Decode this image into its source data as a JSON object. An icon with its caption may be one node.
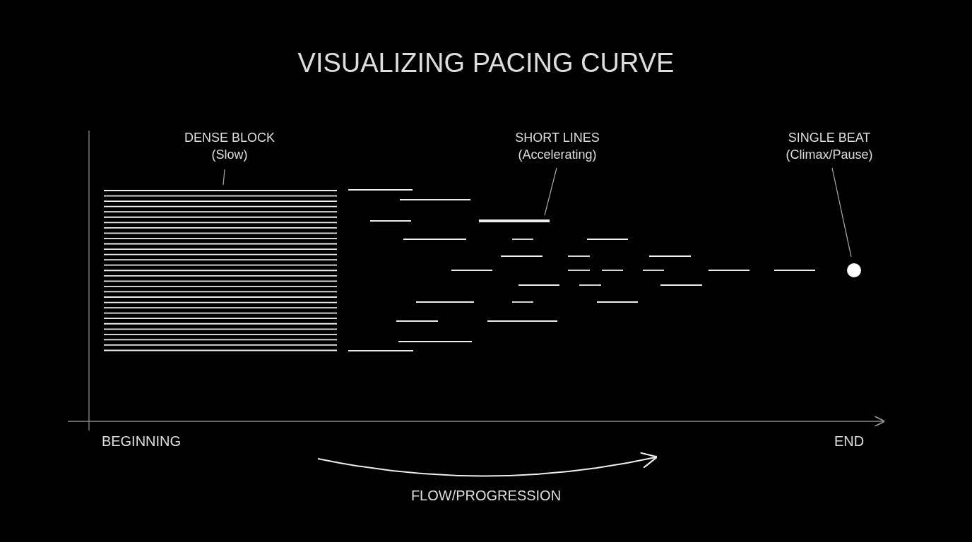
{
  "diagram": {
    "title": "VISUALIZING PACING CURVE",
    "nodes": [
      {
        "text": [
          "DENSE BLOCK",
          "(Slow)"
        ]
      },
      {
        "text": [],
        "shape": "box"
      },
      {
        "text": [
          "SHORT LINES",
          "(Accelerating)"
        ]
      },
      {
        "text": [],
        "shape": "bar"
      },
      {
        "text": [
          "SINGLE BEAT",
          "(Climax/Pause)"
        ]
      },
      {
        "text": [],
        "shape": "circle"
      }
    ],
    "edges": [
      {
        "from": 0,
        "to": 1,
        "arrow": "none"
      },
      {
        "from": 2,
        "to": 3,
        "arrow": "none"
      },
      {
        "from": 4,
        "to": 5,
        "arrow": "none"
      }
    ],
    "labels": [
      "BEGINNING",
      "END",
      "FLOW/PROGRESSION"
    ]
  }
}
